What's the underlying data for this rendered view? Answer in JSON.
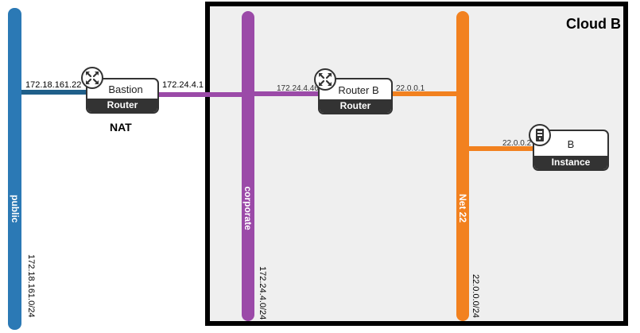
{
  "cloud_b": {
    "title": "Cloud B"
  },
  "networks": {
    "public": {
      "label": "public",
      "cidr": "172.18.161.0/24",
      "color": "#2b79b5"
    },
    "corporate": {
      "label": "corporate",
      "cidr": "172.24.4.0/24",
      "color": "#9b4aa8"
    },
    "net22": {
      "label": "Net 22",
      "cidr": "22.0.0.0/24",
      "color": "#f2811f"
    }
  },
  "nodes": {
    "bastion": {
      "name": "Bastion",
      "type": "Router",
      "note": "NAT",
      "ip_public": "172.18.161.22",
      "ip_corporate": "172.24.4.1"
    },
    "router_b": {
      "name": "Router B",
      "type": "Router",
      "ip_corporate": "172.24.4.46",
      "ip_net22": "22.0.0.1"
    },
    "instance_b": {
      "name": "B",
      "type": "Instance",
      "ip_net22": "22.0.0.2"
    }
  },
  "icons": {
    "router": "router-icon",
    "instance": "server-icon"
  }
}
